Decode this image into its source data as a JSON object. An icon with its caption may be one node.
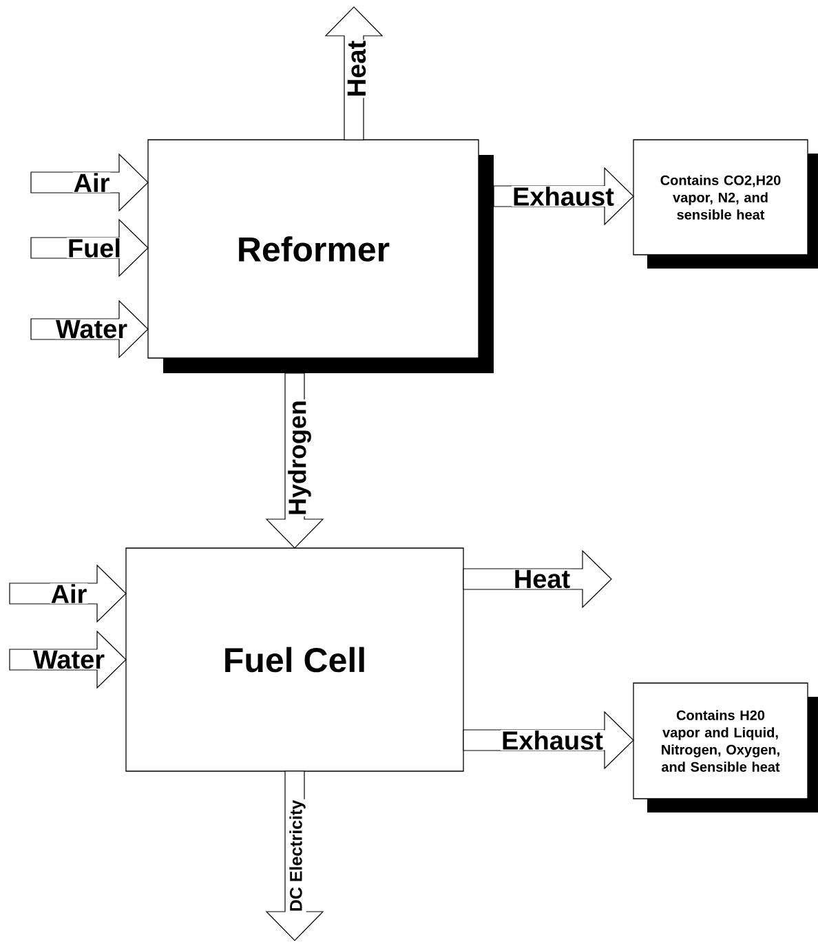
{
  "diagram": {
    "nodes": [
      {
        "text": [
          "Reformer"
        ]
      },
      {
        "text": [
          "Contains CO2,H20 vapor, N2, and sensible heat"
        ]
      },
      {
        "text": [
          "Fuel Cell"
        ]
      },
      {
        "text": [
          "Contains H20 vapor and Liquid, Nitrogen, Oxygen, and Sensible heat"
        ]
      }
    ],
    "edges": [
      {
        "from": null,
        "to": 0,
        "arrow": "to",
        "label": "Air"
      },
      {
        "from": null,
        "to": 0,
        "arrow": "to",
        "label": "Fuel"
      },
      {
        "from": null,
        "to": 0,
        "arrow": "to",
        "label": "Water"
      },
      {
        "from": 0,
        "to": null,
        "arrow": "to",
        "label": "Heat"
      },
      {
        "from": 0,
        "to": 1,
        "arrow": "to",
        "label": "Exhaust"
      },
      {
        "from": 0,
        "to": 2,
        "arrow": "to",
        "label": "Hydrogen"
      },
      {
        "from": null,
        "to": 2,
        "arrow": "to",
        "label": "Air"
      },
      {
        "from": null,
        "to": 2,
        "arrow": "to",
        "label": "Water"
      },
      {
        "from": 2,
        "to": null,
        "arrow": "to",
        "label": "Heat"
      },
      {
        "from": 2,
        "to": 3,
        "arrow": "to",
        "label": "Exhaust"
      },
      {
        "from": 2,
        "to": null,
        "arrow": "to",
        "label": "DC Electricity"
      }
    ]
  }
}
